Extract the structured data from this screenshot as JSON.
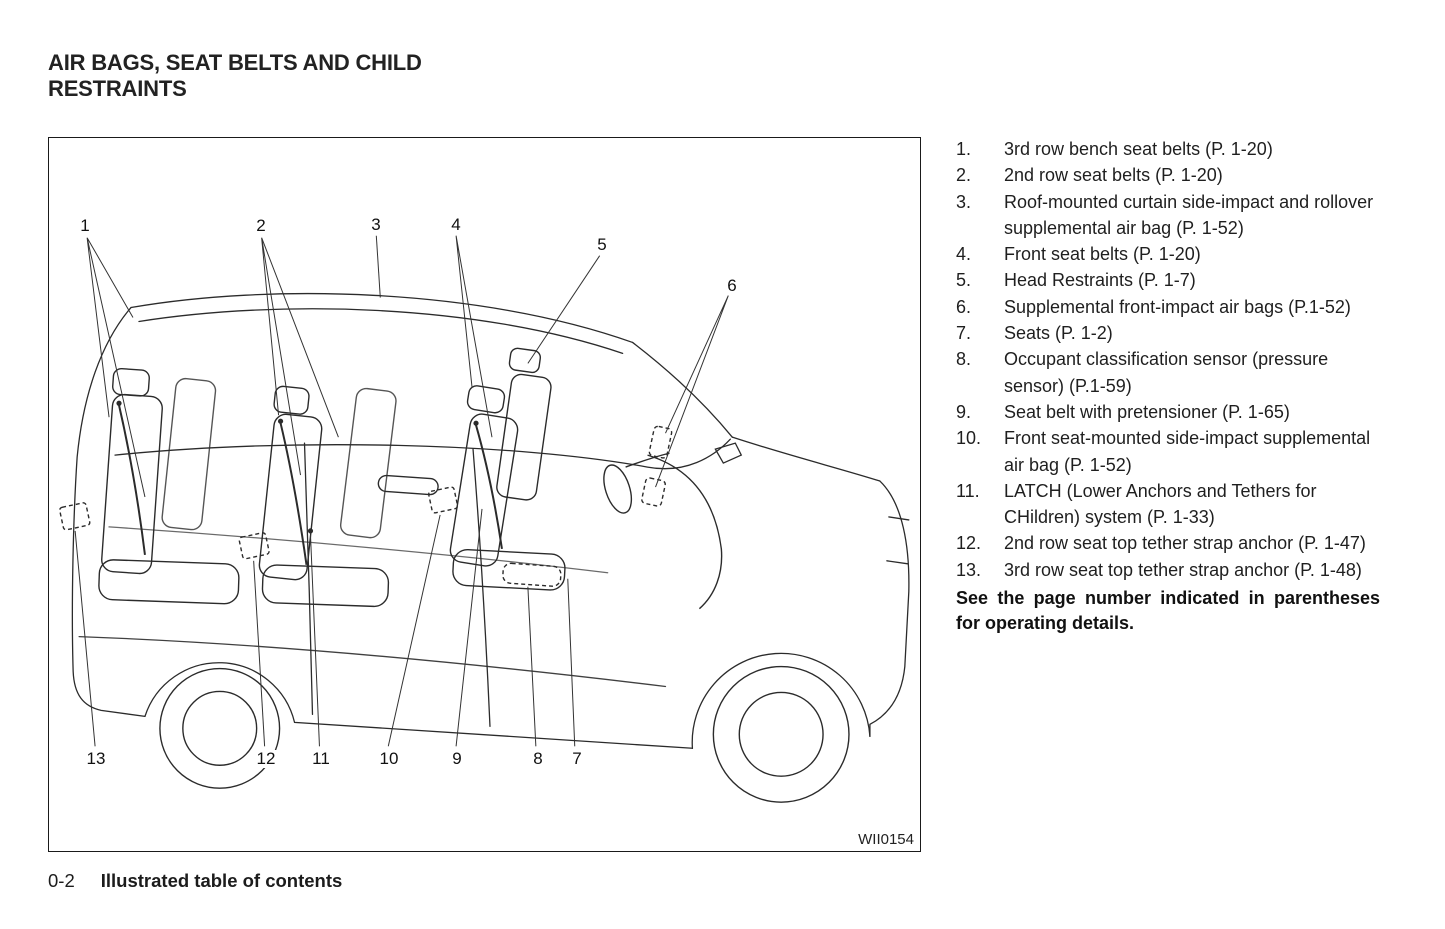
{
  "page": {
    "title_line1": "AIR BAGS, SEAT BELTS AND CHILD",
    "title_line2": "RESTRAINTS"
  },
  "figure": {
    "code": "WII0154",
    "illustration": "cutaway-line-drawing-of-minivan-showing-seats-belts-and-air-bag-locations",
    "callouts": [
      {
        "label": "1"
      },
      {
        "label": "2"
      },
      {
        "label": "3"
      },
      {
        "label": "4"
      },
      {
        "label": "5"
      },
      {
        "label": "6"
      },
      {
        "label": "7"
      },
      {
        "label": "8"
      },
      {
        "label": "9"
      },
      {
        "label": "10"
      },
      {
        "label": "11"
      },
      {
        "label": "12"
      },
      {
        "label": "13"
      }
    ]
  },
  "legend": {
    "items": [
      {
        "num": "1.",
        "text": "3rd row bench seat belts (P. 1-20)"
      },
      {
        "num": "2.",
        "text": "2nd row seat belts (P. 1-20)"
      },
      {
        "num": "3.",
        "text": "Roof-mounted curtain side-impact and rollover supplemental air bag (P. 1-52)"
      },
      {
        "num": "4.",
        "text": "Front seat belts (P. 1-20)"
      },
      {
        "num": "5.",
        "text": "Head Restraints (P. 1-7)"
      },
      {
        "num": "6.",
        "text": "Supplemental front-impact air bags (P.1-52)"
      },
      {
        "num": "7.",
        "text": "Seats (P. 1-2)"
      },
      {
        "num": "8.",
        "text": "Occupant classification sensor (pressure sensor) (P.1-59)"
      },
      {
        "num": "9.",
        "text": "Seat belt with pretensioner (P. 1-65)"
      },
      {
        "num": "10.",
        "text": "Front seat-mounted side-impact supplemental air bag (P. 1-52)"
      },
      {
        "num": "11.",
        "text": "LATCH (Lower Anchors and Tethers for CHildren) system (P. 1-33)"
      },
      {
        "num": "12.",
        "text": "2nd row seat top tether strap anchor (P. 1-47)"
      },
      {
        "num": "13.",
        "text": "3rd row seat top tether strap anchor (P. 1-48)"
      }
    ],
    "note": "See the page number indicated in parentheses for operating details."
  },
  "footer": {
    "page_number": "0-2",
    "section_title": "Illustrated table of contents"
  }
}
